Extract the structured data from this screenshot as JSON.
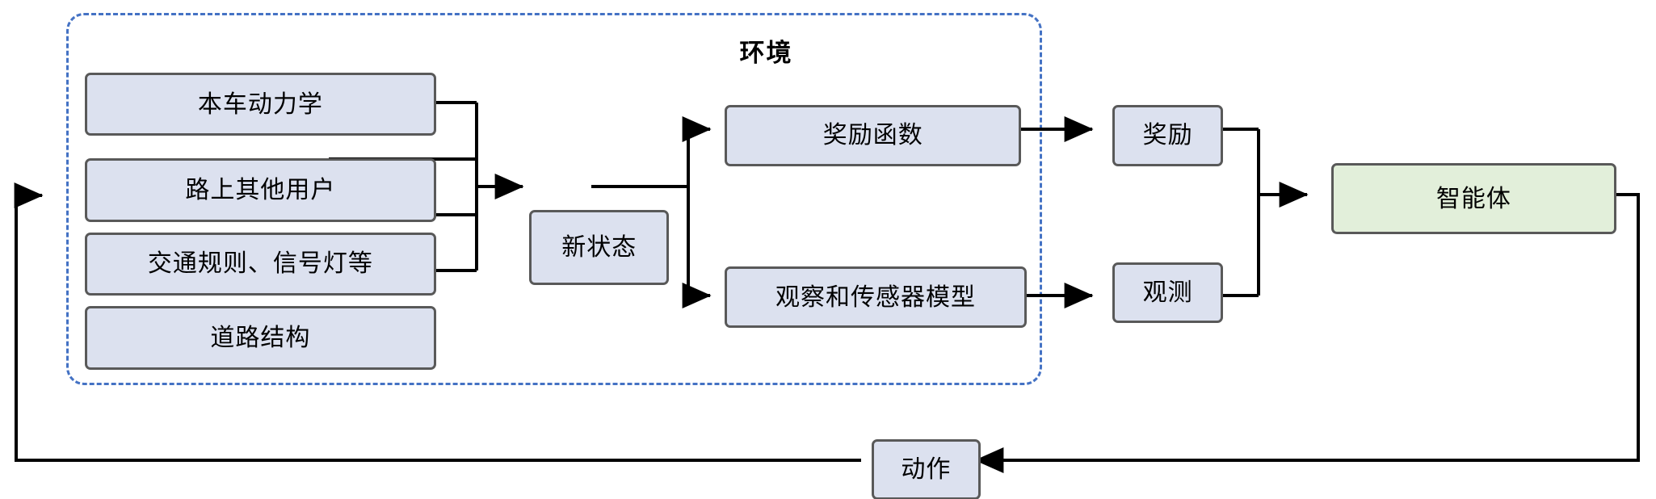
{
  "diagram": {
    "title_group": "环境",
    "colors": {
      "node_fill": "#dce1ef",
      "agent_fill": "#e2efda",
      "node_stroke": "#595959",
      "group_stroke": "#4472c4",
      "edge_stroke": "#000000",
      "background": "#ffffff"
    },
    "nodes": {
      "ego_dynamics": "本车动力学",
      "other_users": "路上其他用户",
      "traffic_rules": "交通规则、信号灯等",
      "road_structure": "道路结构",
      "new_state": "新状态",
      "reward_function": "奖励函数",
      "observation_sensor_model": "观察和传感器模型",
      "reward": "奖励",
      "observation": "观测",
      "agent": "智能体",
      "action": "动作"
    }
  }
}
